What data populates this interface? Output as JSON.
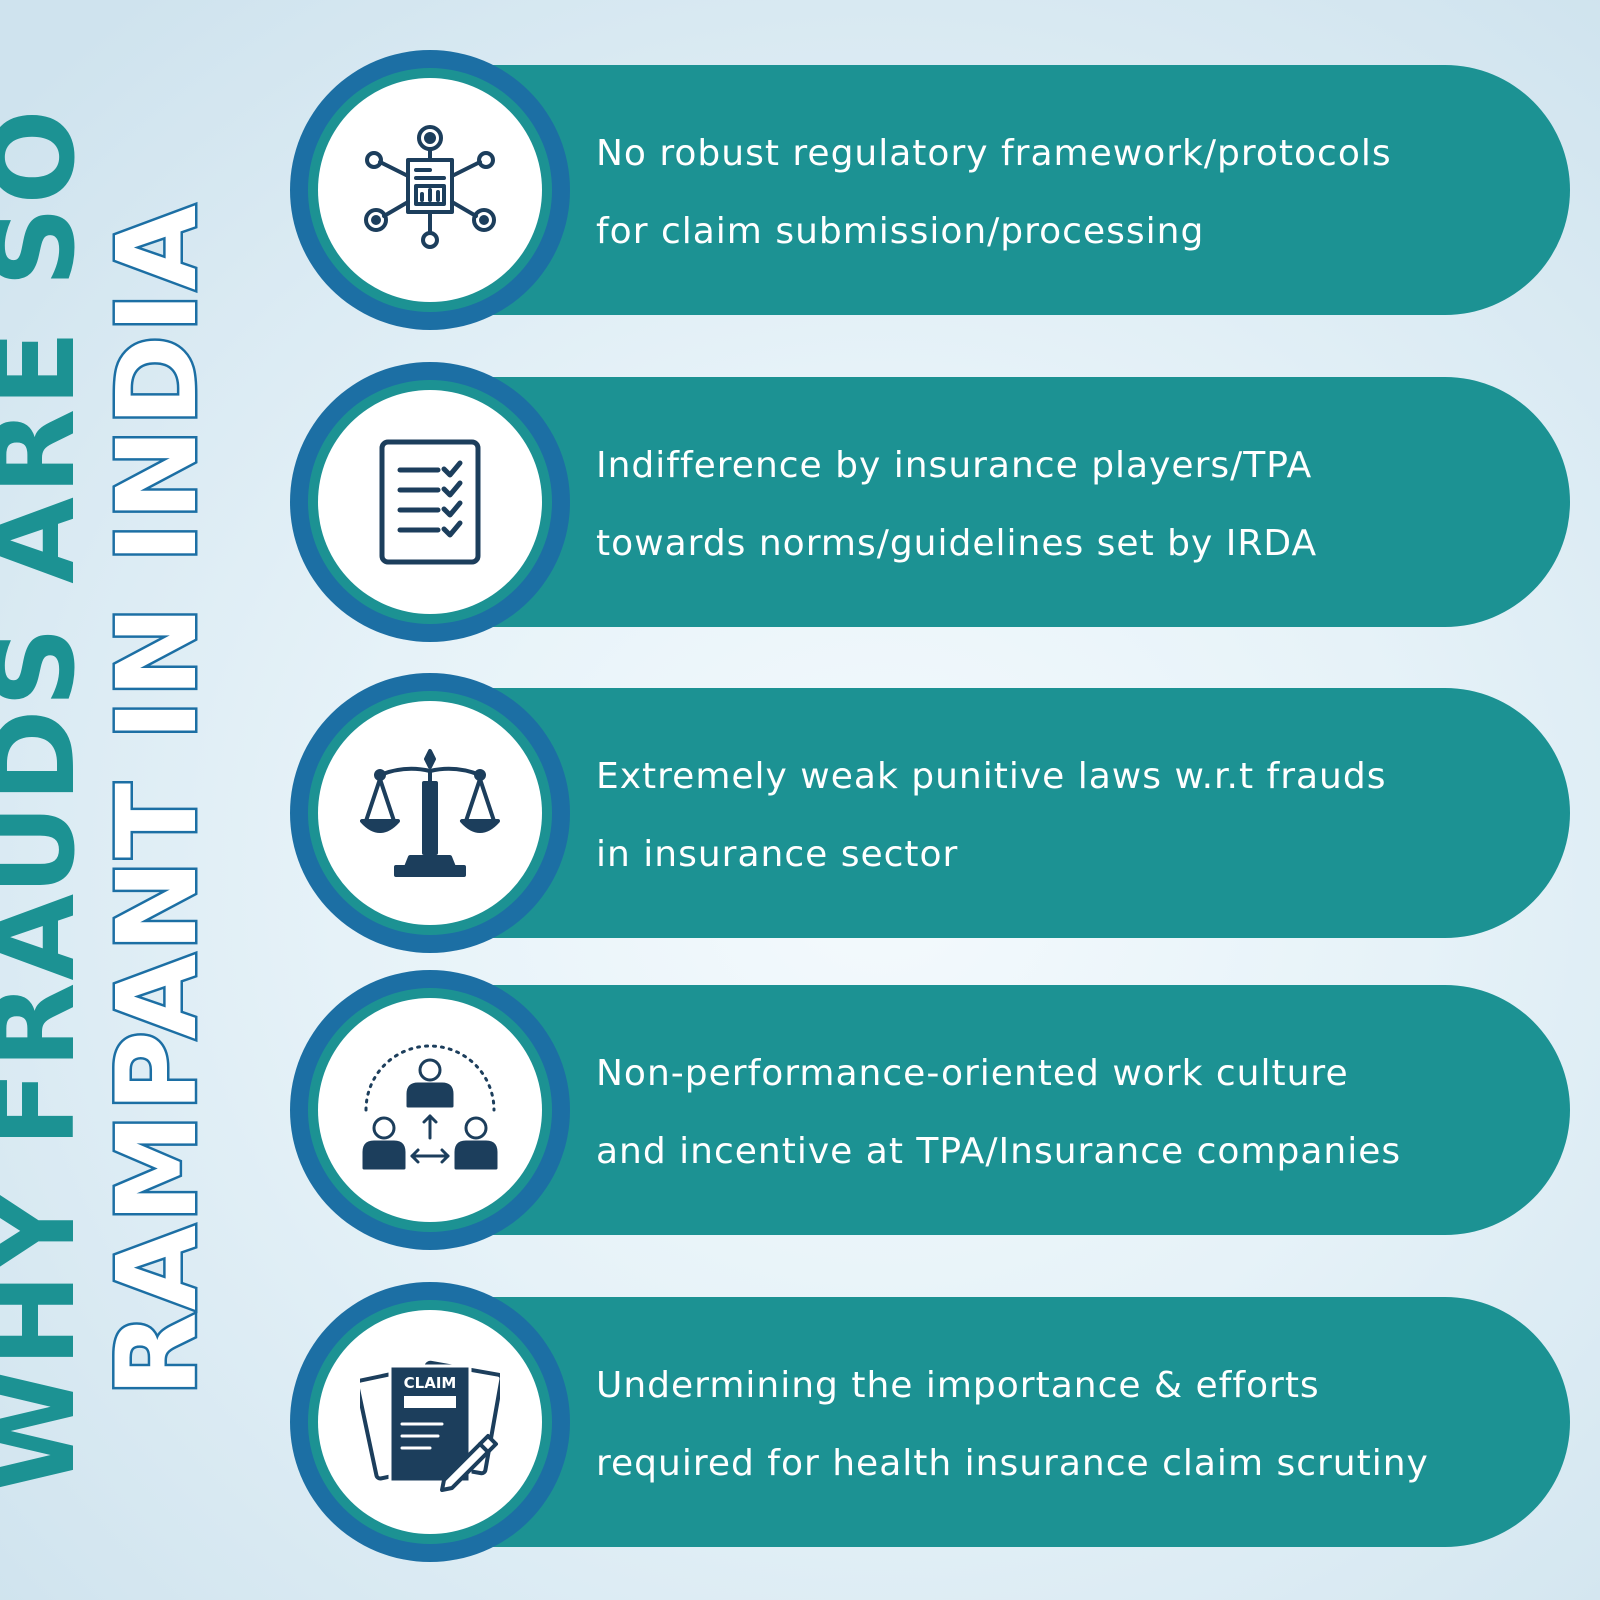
{
  "title": {
    "line1": "WHY FRAUDS ARE SO",
    "line2": "RAMPANT IN INDIA"
  },
  "colors": {
    "teal": "#1c9293",
    "blue": "#1c6fa4",
    "navy": "#1c3e5c",
    "white": "#ffffff"
  },
  "items": [
    {
      "icon": "network-report-icon",
      "line1": "No robust regulatory framework/protocols",
      "line2": "for claim submission/processing"
    },
    {
      "icon": "checklist-icon",
      "line1": "Indifference by insurance players/TPA",
      "line2": "towards norms/guidelines set by IRDA"
    },
    {
      "icon": "justice-scale-icon",
      "line1": "Extremely weak punitive laws w.r.t frauds",
      "line2": "in insurance sector"
    },
    {
      "icon": "team-hierarchy-icon",
      "line1": "Non-performance-oriented work culture",
      "line2": "and incentive at TPA/Insurance companies"
    },
    {
      "icon": "claim-document-icon",
      "icon_label": "CLAIM",
      "line1": "Undermining the importance & efforts",
      "line2": "required for health insurance claim scrutiny"
    }
  ]
}
